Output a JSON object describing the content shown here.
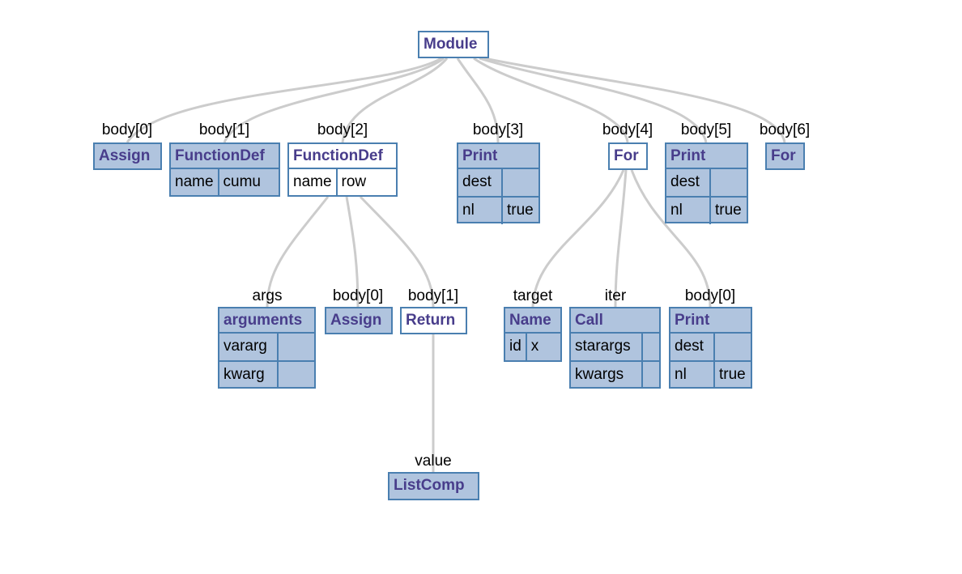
{
  "tree": {
    "root": {
      "title": "Module"
    },
    "nodes": {
      "body0_assign": {
        "edge": "body[0]",
        "title": "Assign"
      },
      "body1_funcdef": {
        "edge": "body[1]",
        "title": "FunctionDef",
        "fields": [
          {
            "key": "name",
            "value": "cumu"
          }
        ]
      },
      "body2_funcdef": {
        "edge": "body[2]",
        "title": "FunctionDef",
        "fields": [
          {
            "key": "name",
            "value": "row"
          }
        ]
      },
      "body3_print": {
        "edge": "body[3]",
        "title": "Print",
        "fields": [
          {
            "key": "dest",
            "value": ""
          },
          {
            "key": "nl",
            "value": "true"
          }
        ]
      },
      "body4_for": {
        "edge": "body[4]",
        "title": "For"
      },
      "body5_print": {
        "edge": "body[5]",
        "title": "Print",
        "fields": [
          {
            "key": "dest",
            "value": ""
          },
          {
            "key": "nl",
            "value": "true"
          }
        ]
      },
      "body6_for": {
        "edge": "body[6]",
        "title": "For"
      },
      "args_arguments": {
        "edge": "args",
        "title": "arguments",
        "fields": [
          {
            "key": "vararg",
            "value": ""
          },
          {
            "key": "kwarg",
            "value": ""
          }
        ]
      },
      "fd_body0_assign": {
        "edge": "body[0]",
        "title": "Assign"
      },
      "fd_body1_return": {
        "edge": "body[1]",
        "title": "Return"
      },
      "value_listcomp": {
        "edge": "value",
        "title": "ListComp"
      },
      "target_name": {
        "edge": "target",
        "title": "Name",
        "fields": [
          {
            "key": "id",
            "value": "x"
          }
        ]
      },
      "iter_call": {
        "edge": "iter",
        "title": "Call",
        "fields": [
          {
            "key": "starargs",
            "value": ""
          },
          {
            "key": "kwargs",
            "value": ""
          }
        ]
      },
      "for_body0_print": {
        "edge": "body[0]",
        "title": "Print",
        "fields": [
          {
            "key": "dest",
            "value": ""
          },
          {
            "key": "nl",
            "value": "true"
          }
        ]
      }
    }
  },
  "colors": {
    "node_fill": "#b0c4de",
    "expanded_fill": "#ffffff",
    "border": "#4a7fb0",
    "title_text": "#483d8b",
    "edge": "#cccccc"
  }
}
